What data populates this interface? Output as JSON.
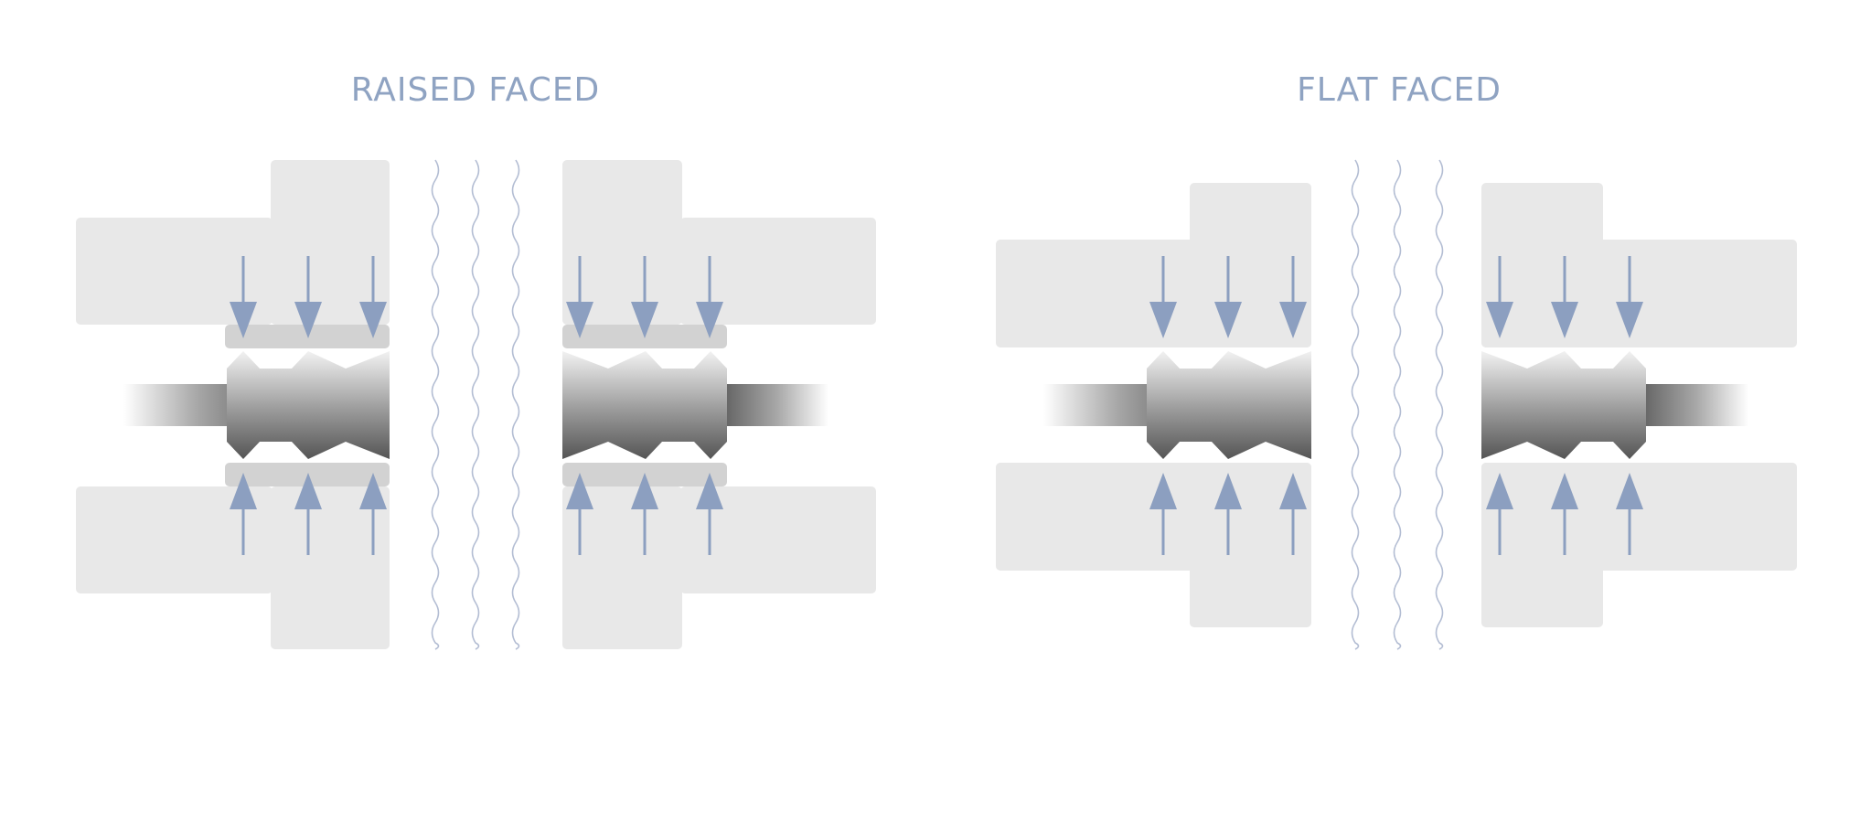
{
  "titles": {
    "raised": "RAISED FACED",
    "flat": "FLAT FACED"
  },
  "colors": {
    "title": "#8fa3c2",
    "arrow": "#8c9fc0",
    "flange": "#e8e8e8",
    "raised_face": "#d2d2d2",
    "wave": "#b3bdd3",
    "gasket_dark": "#555555",
    "gasket_mid": "#9a9a9a",
    "gasket_light": "#f2f2f2"
  },
  "icons": {
    "compression_arrow": "arrow-icon",
    "pipe_break": "wavy-break-line"
  }
}
